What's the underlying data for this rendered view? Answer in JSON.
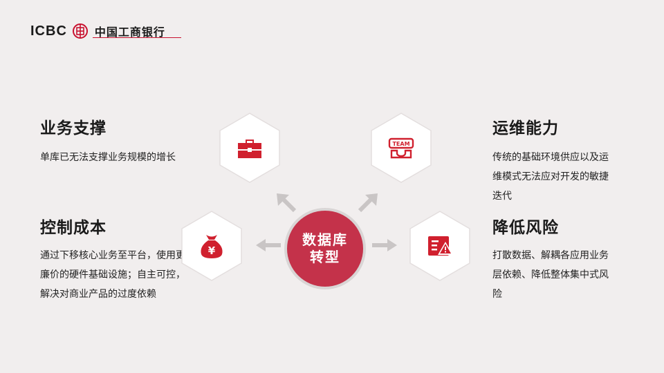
{
  "brand": {
    "logo_text": "ICBC",
    "logo_mark": "icbc-emblem",
    "name_cn": "中国工商银行",
    "accent": "#c8102e"
  },
  "center": {
    "label": "数据库转型",
    "color": "#c4324a"
  },
  "blocks": {
    "support": {
      "title": "业务支撑",
      "desc": "单库已无法支撑业务规模的增长",
      "icon": "briefcase-icon"
    },
    "cost": {
      "title": "控制成本",
      "desc": "通过下移核心业务至平台，使用更廉价的硬件基础设施；自主可控，解决对商业产品的过度依赖",
      "icon": "money-bag-icon"
    },
    "ops": {
      "title": "运维能力",
      "desc": "传统的基础环境供应以及运维模式无法应对开发的敏捷迭代",
      "icon": "team-icon"
    },
    "risk": {
      "title": "降低风险",
      "desc": "打散数据、解耦各应用业务层依赖、降低整体集中式风险",
      "icon": "alert-document-icon"
    }
  },
  "colors": {
    "background": "#f1eeee",
    "icon_red": "#d0202e",
    "arrow_gray": "#c9c5c5"
  }
}
